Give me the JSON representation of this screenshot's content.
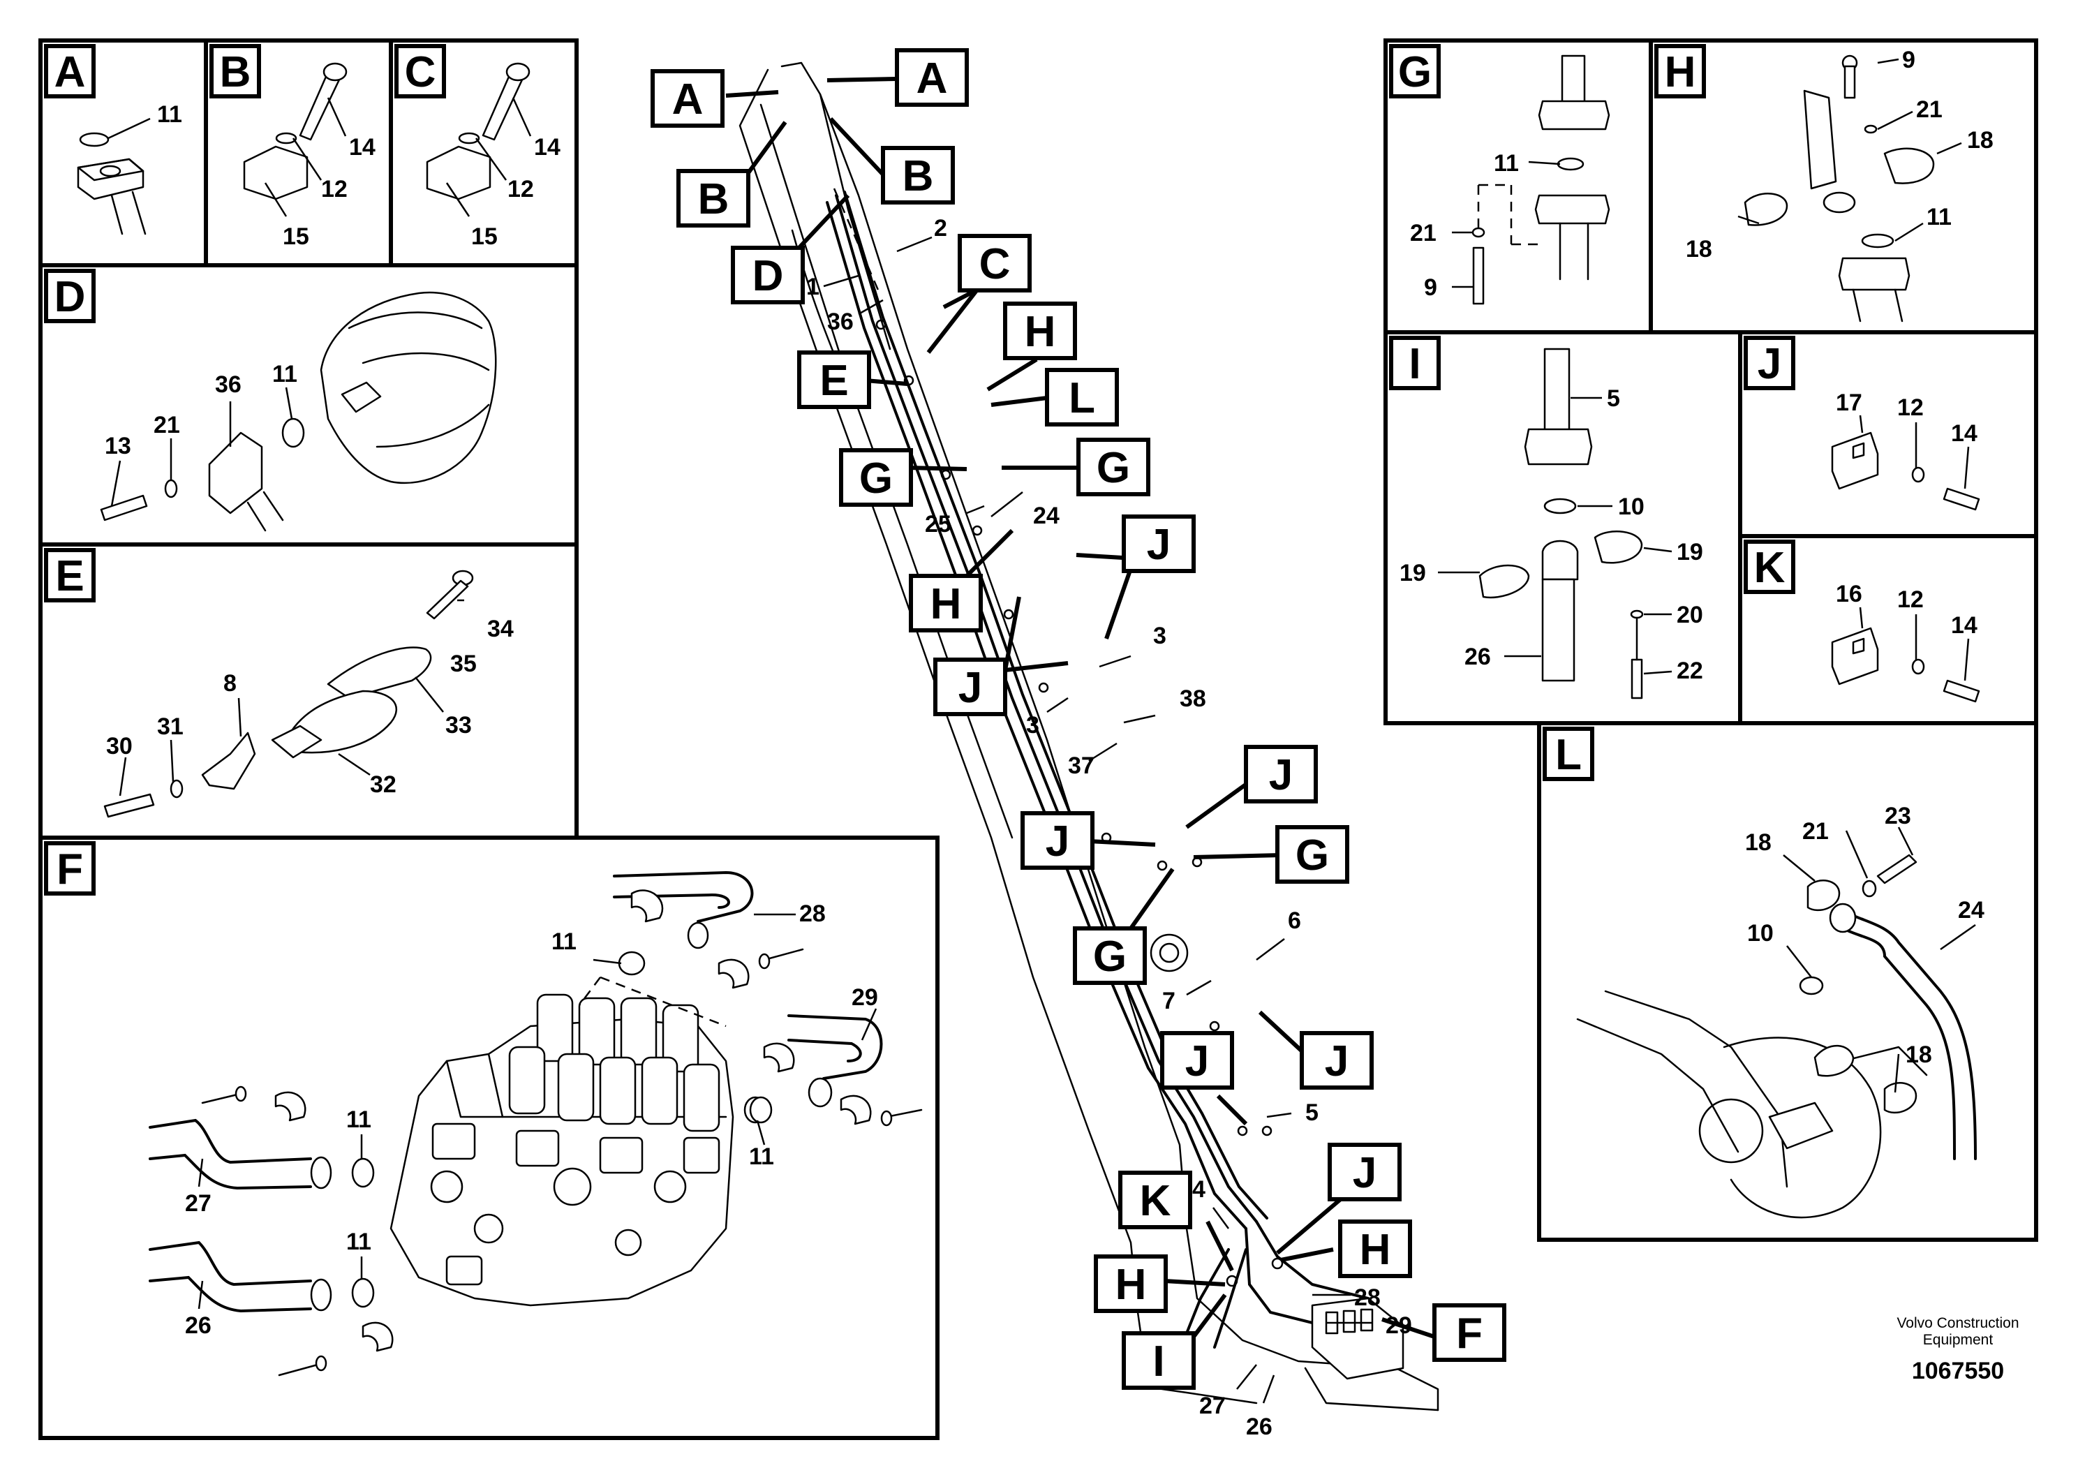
{
  "boxes": {
    "A": "A",
    "B": "B",
    "C": "C",
    "D": "D",
    "E": "E",
    "F": "F",
    "G": "G",
    "H": "H",
    "I": "I",
    "J": "J",
    "K": "K",
    "L": "L"
  },
  "parts": {
    "p1": "1",
    "p2": "2",
    "p3": "3",
    "p4": "4",
    "p5": "5",
    "p6": "6",
    "p7": "7",
    "p8": "8",
    "p9": "9",
    "p10": "10",
    "p11": "11",
    "p12": "12",
    "p13": "13",
    "p14": "14",
    "p15": "15",
    "p16": "16",
    "p17": "17",
    "p18": "18",
    "p19": "19",
    "p20": "20",
    "p21": "21",
    "p22": "22",
    "p23": "23",
    "p24": "24",
    "p25": "25",
    "p26": "26",
    "p27": "27",
    "p28": "28",
    "p29": "29",
    "p30": "30",
    "p31": "31",
    "p32": "32",
    "p33": "33",
    "p34": "34",
    "p35": "35",
    "p36": "36",
    "p37": "37",
    "p38": "38"
  },
  "brand": {
    "line1": "Volvo Construction",
    "line2": "Equipment"
  },
  "doc_number": "1067550"
}
